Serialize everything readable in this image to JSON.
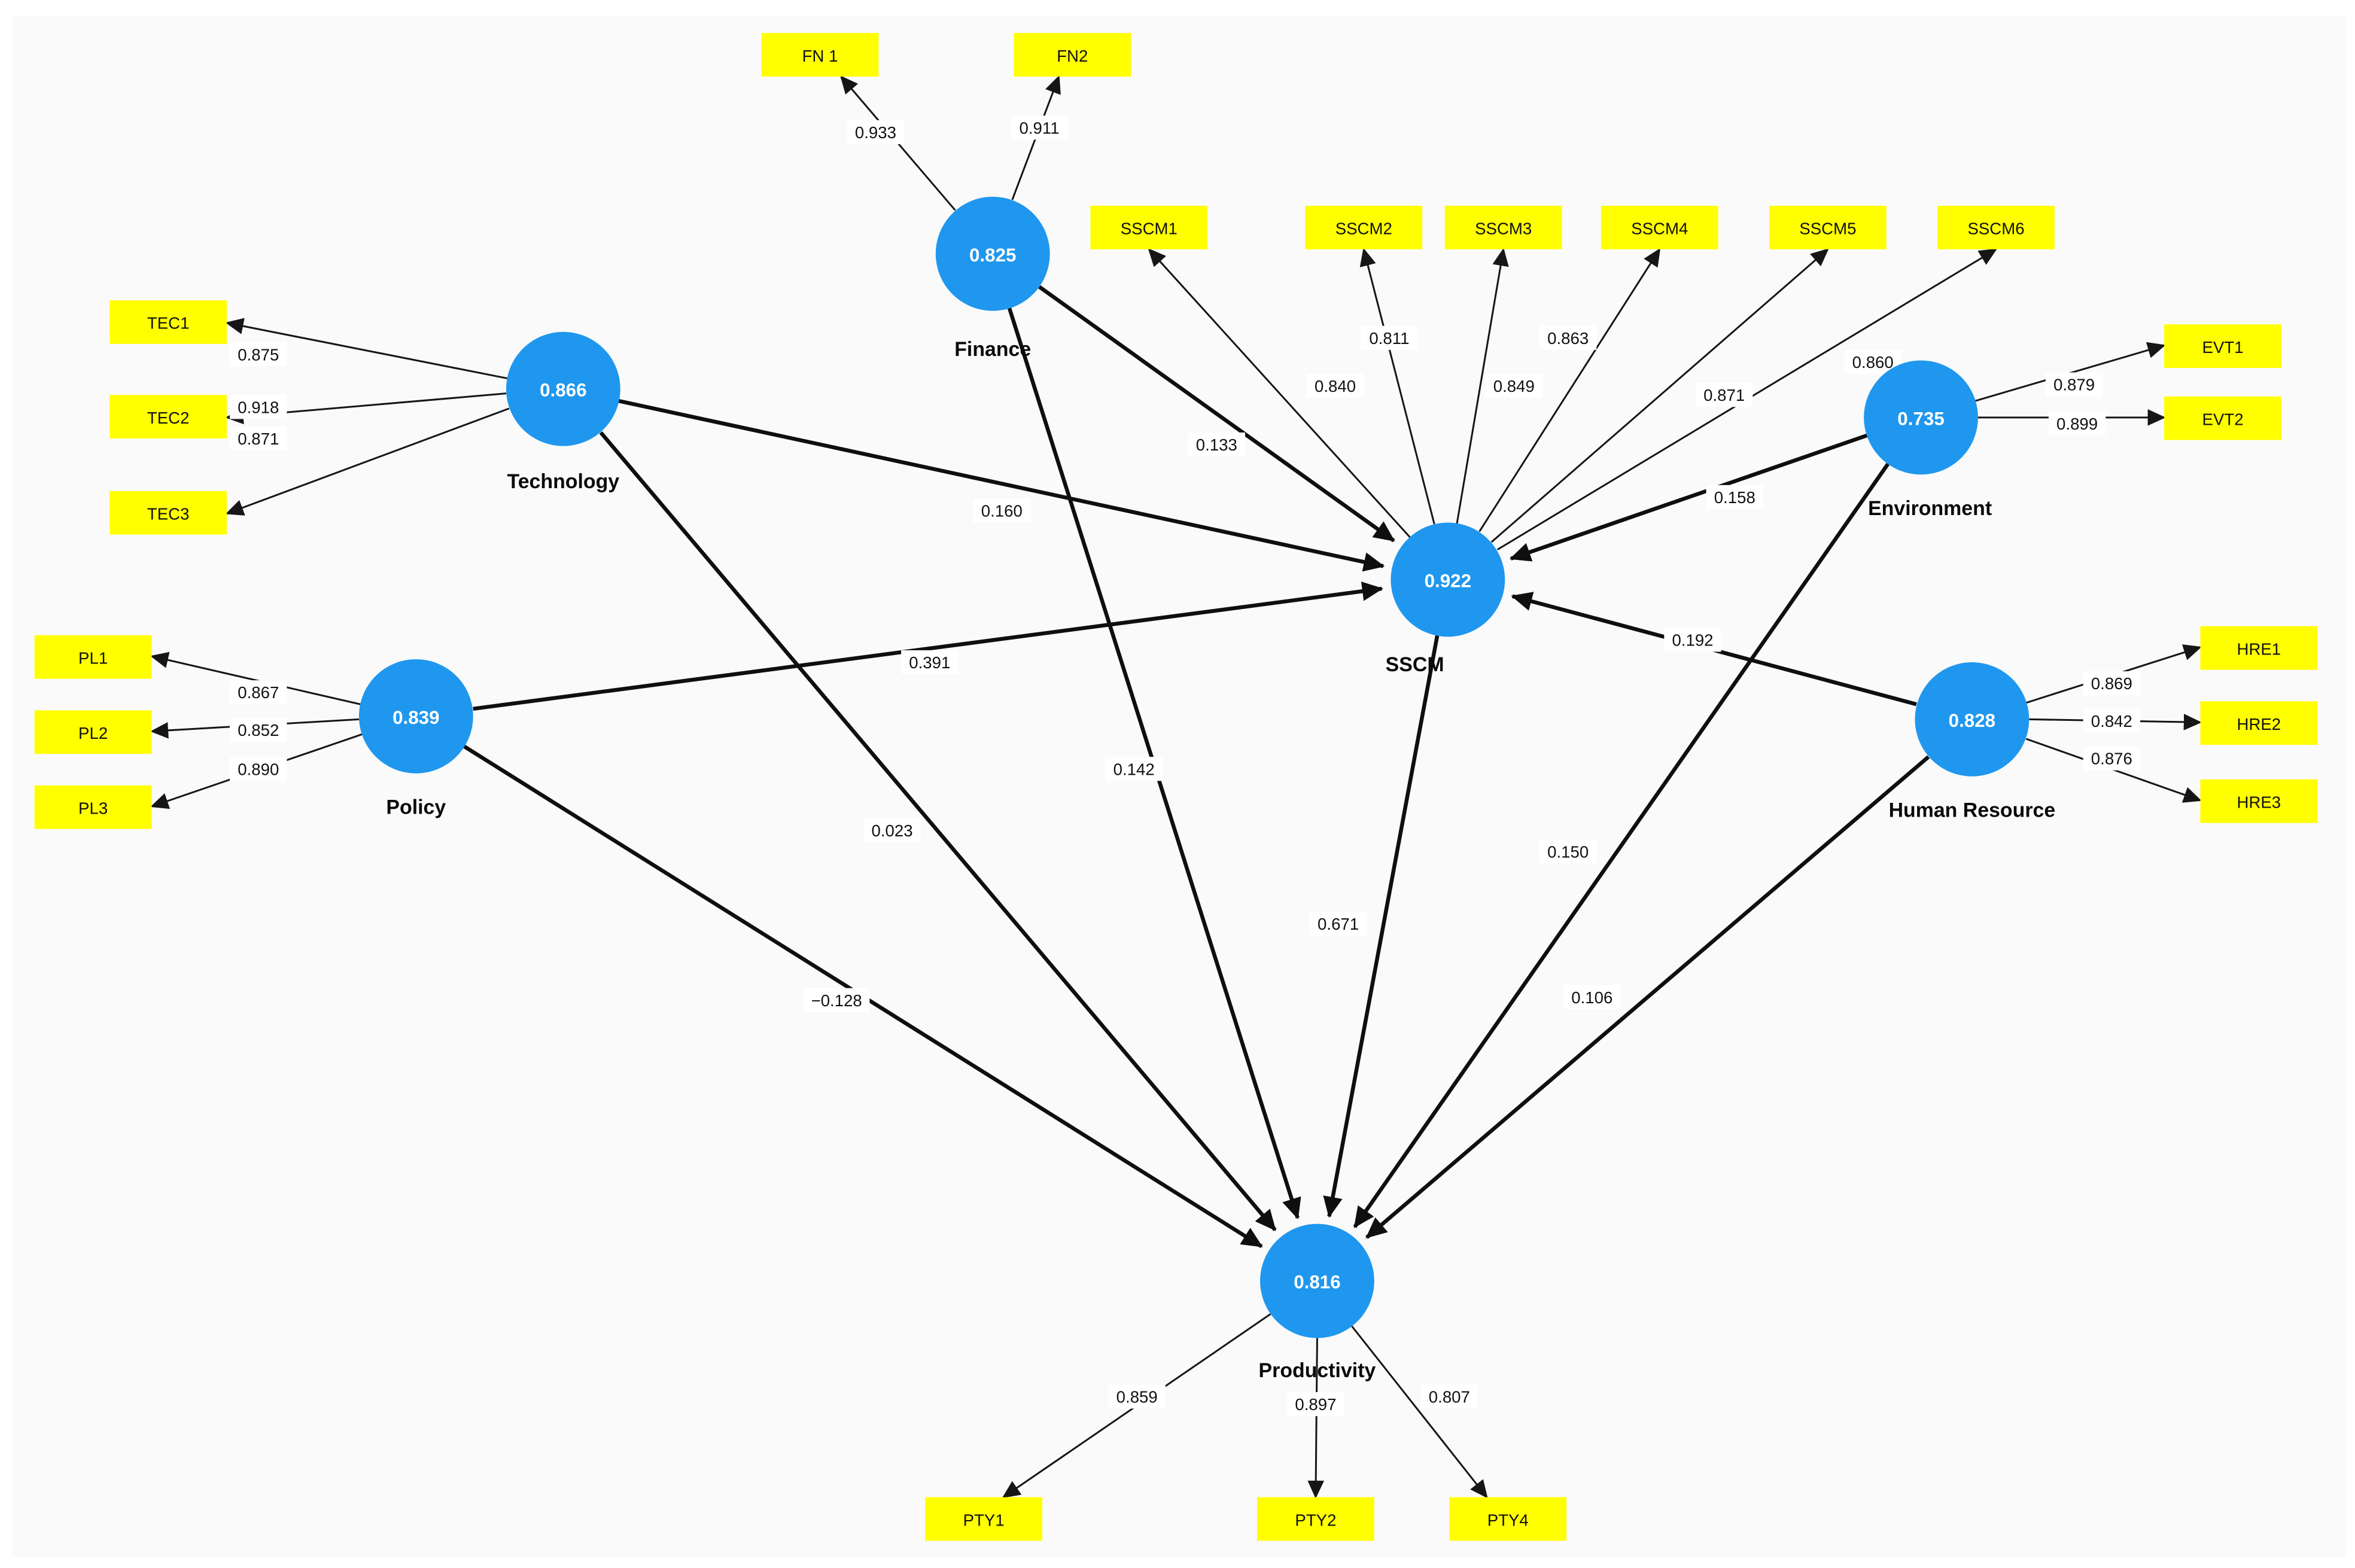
{
  "colors": {
    "construct": "#1f97ee",
    "indicator": "#ffff00",
    "canvas": "#fafafa",
    "line": "#111111"
  },
  "constructs": [
    {
      "label": "Finance",
      "value": "0.825"
    },
    {
      "label": "Technology",
      "value": "0.866"
    },
    {
      "label": "Policy",
      "value": "0.839"
    },
    {
      "label": "SSCM",
      "value": "0.922"
    },
    {
      "label": "Environment",
      "value": "0.735"
    },
    {
      "label": "Human Resource",
      "value": "0.828"
    },
    {
      "label": "Productivity",
      "value": "0.816"
    }
  ],
  "indicators": [
    {
      "label": "FN 1",
      "loading": "0.933"
    },
    {
      "label": "FN2",
      "loading": "0.911"
    },
    {
      "label": "TEC1",
      "loading": "0.875"
    },
    {
      "label": "TEC2",
      "loading": "0.918"
    },
    {
      "label": "TEC3",
      "loading": "0.871"
    },
    {
      "label": "PL1",
      "loading": "0.867"
    },
    {
      "label": "PL2",
      "loading": "0.852"
    },
    {
      "label": "PL3",
      "loading": "0.890"
    },
    {
      "label": "SSCM1",
      "loading": "0.840"
    },
    {
      "label": "SSCM2",
      "loading": "0.811"
    },
    {
      "label": "SSCM3",
      "loading": "0.849"
    },
    {
      "label": "SSCM4",
      "loading": "0.863"
    },
    {
      "label": "SSCM5",
      "loading": "0.871"
    },
    {
      "label": "SSCM6",
      "loading": "0.860"
    },
    {
      "label": "EVT1",
      "loading": "0.879"
    },
    {
      "label": "EVT2",
      "loading": "0.899"
    },
    {
      "label": "HRE1",
      "loading": "0.869"
    },
    {
      "label": "HRE2",
      "loading": "0.842"
    },
    {
      "label": "HRE3",
      "loading": "0.876"
    },
    {
      "label": "PTY1",
      "loading": "0.859"
    },
    {
      "label": "PTY2",
      "loading": "0.897"
    },
    {
      "label": "PTY4",
      "loading": "0.807"
    }
  ],
  "paths": [
    {
      "from": "Finance",
      "to": "SSCM",
      "coef": "0.133"
    },
    {
      "from": "Technology",
      "to": "SSCM",
      "coef": "0.160"
    },
    {
      "from": "Policy",
      "to": "SSCM",
      "coef": "0.391"
    },
    {
      "from": "Environment",
      "to": "SSCM",
      "coef": "0.158"
    },
    {
      "from": "Human Resource",
      "to": "SSCM",
      "coef": "0.192"
    },
    {
      "from": "Finance",
      "to": "Productivity",
      "coef": "0.142"
    },
    {
      "from": "Technology",
      "to": "Productivity",
      "coef": "0.023"
    },
    {
      "from": "Policy",
      "to": "Productivity",
      "coef": "−0.128"
    },
    {
      "from": "SSCM",
      "to": "Productivity",
      "coef": "0.671"
    },
    {
      "from": "Environment",
      "to": "Productivity",
      "coef": "0.150"
    },
    {
      "from": "Human Resource",
      "to": "Productivity",
      "coef": "0.106"
    }
  ]
}
